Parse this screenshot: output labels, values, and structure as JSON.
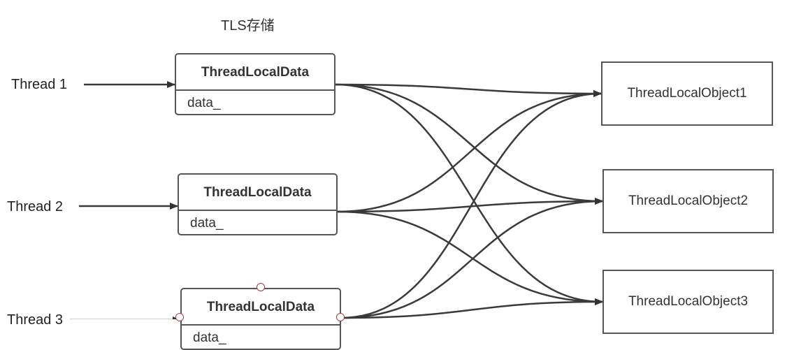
{
  "title": "TLS存储",
  "threads": [
    "Thread 1",
    "Thread 2",
    "Thread 3"
  ],
  "thread_local_data": [
    {
      "header": "ThreadLocalData",
      "field": "data_"
    },
    {
      "header": "ThreadLocalData",
      "field": "data_"
    },
    {
      "header": "ThreadLocalData",
      "field": "data_"
    }
  ],
  "thread_local_objects": [
    "ThreadLocalObject1",
    "ThreadLocalObject2",
    "ThreadLocalObject3"
  ],
  "colors": {
    "line": "#3a3a3a",
    "border": "#555555",
    "handle": "#a33a3a"
  },
  "edges": [
    {
      "from": 1,
      "to": 1
    },
    {
      "from": 1,
      "to": 2
    },
    {
      "from": 1,
      "to": 3
    },
    {
      "from": 2,
      "to": 1
    },
    {
      "from": 2,
      "to": 2
    },
    {
      "from": 2,
      "to": 3
    },
    {
      "from": 3,
      "to": 1
    },
    {
      "from": 3,
      "to": 2
    },
    {
      "from": 3,
      "to": 3
    }
  ]
}
